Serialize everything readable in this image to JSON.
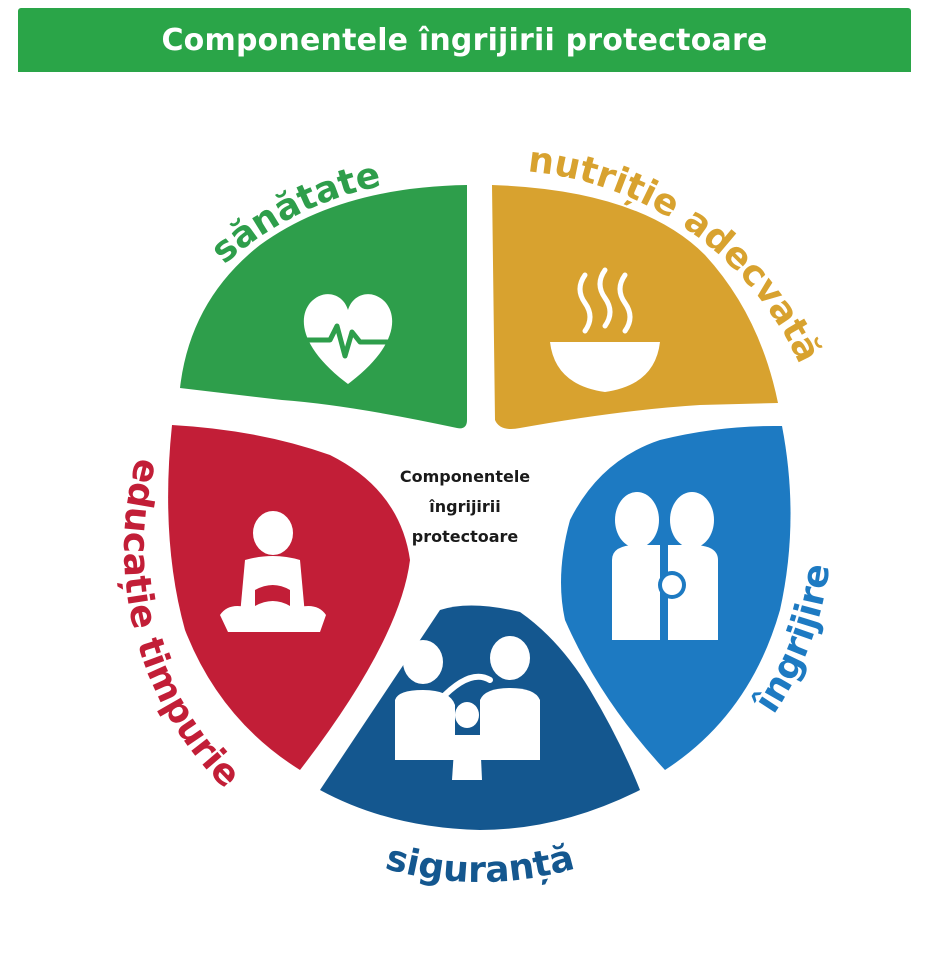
{
  "header": {
    "title": "Componentele îngrijirii protectoare"
  },
  "center": {
    "lines": [
      "Componentele",
      "îngrijirii",
      "protectoare"
    ]
  },
  "segments": [
    {
      "label": "sănătate",
      "color": "#2e9e4b",
      "icon": "heart-pulse-icon"
    },
    {
      "label": "nutriție adecvată",
      "color": "#d8a22f",
      "icon": "soup-bowl-icon"
    },
    {
      "label": "îngrijire",
      "color": "#1d7ac2",
      "icon": "parents-with-baby-icon"
    },
    {
      "label": "siguranță",
      "color": "#14578f",
      "icon": "family-shelter-icon"
    },
    {
      "label": "educație timpurie",
      "color": "#c21e37",
      "icon": "child-reading-icon"
    }
  ]
}
